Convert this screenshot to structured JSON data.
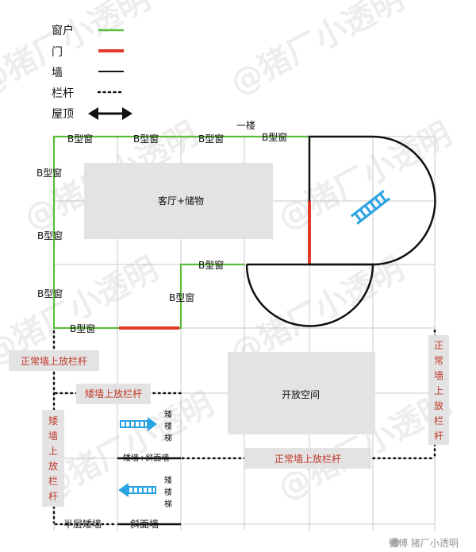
{
  "legend": {
    "window": "窗户",
    "door": "门",
    "wall": "墙",
    "railing": "栏杆",
    "roof": "屋顶"
  },
  "labels": {
    "floor": "一楼",
    "window_b": "B型窗",
    "living": "客厅+储物",
    "open_space": "开放空间",
    "rail_normal": "正常墙上放栏杆",
    "rail_low": "矮墙上放栏杆",
    "rail_low_vertical": [
      "矮",
      "墙",
      "上",
      "放",
      "栏",
      "杆"
    ],
    "rail_normal_vertical": [
      "正",
      "常",
      "墙",
      "上",
      "放",
      "栏",
      "杆"
    ],
    "low_stair": [
      "矮",
      "楼",
      "梯"
    ],
    "low_slope_wall": "矮墙+斜面墙",
    "half_low_wall": "半层矮墙",
    "slope_wall": "斜面墙"
  },
  "watermark": {
    "text": "@猪厂小透明",
    "corner": "微博 猪厂小透明"
  },
  "colors": {
    "window": "#5cbd3c",
    "door": "#e03a2b",
    "wall": "#111111",
    "grid": "#c8c8c8",
    "box": "#e3e3e3",
    "label_red": "#c0392b",
    "stair": "#2ba3e3"
  }
}
